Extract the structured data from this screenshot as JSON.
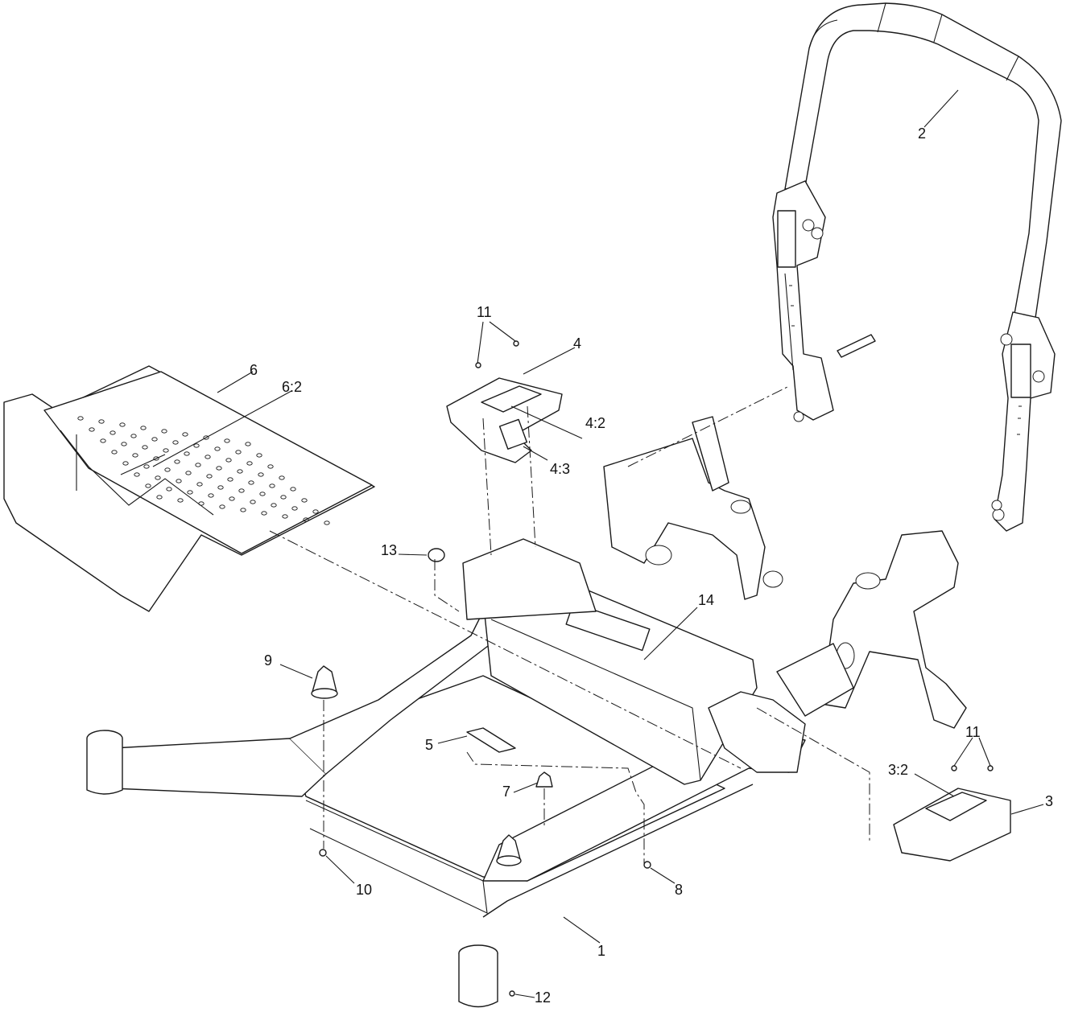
{
  "callouts": {
    "c1": "1",
    "c2": "2",
    "c3": "3",
    "c3_2": "3:2",
    "c4": "4",
    "c4_2": "4:2",
    "c4_3": "4:3",
    "c5": "5",
    "c6": "6",
    "c6_2": "6:2",
    "c7": "7",
    "c8": "8",
    "c9": "9",
    "c10": "10",
    "c11_top": "11",
    "c11_right": "11",
    "c12": "12",
    "c13": "13",
    "c14": "14"
  }
}
